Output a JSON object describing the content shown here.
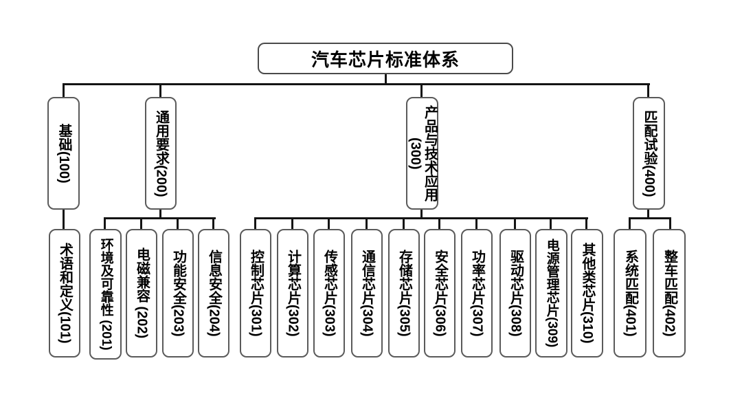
{
  "diagram": {
    "root": "汽车芯片标准体系",
    "branches": [
      {
        "id": "100",
        "label": "基础(100)",
        "children": [
          {
            "id": "101",
            "label": "术语和定义(101)"
          }
        ]
      },
      {
        "id": "200",
        "label": "通用要求(200)",
        "children": [
          {
            "id": "201",
            "label": "环境及可靠性 (201)"
          },
          {
            "id": "202",
            "label": "电磁兼容 (202)"
          },
          {
            "id": "203",
            "label": "功能安全(203)"
          },
          {
            "id": "204",
            "label": "信息安全(204)"
          }
        ]
      },
      {
        "id": "300",
        "label": "产品与技术应用(300)",
        "children": [
          {
            "id": "301",
            "label": "控制芯片(301)"
          },
          {
            "id": "302",
            "label": "计算芯片(302)"
          },
          {
            "id": "303",
            "label": "传感芯片(303)"
          },
          {
            "id": "304",
            "label": "通信芯片(304)"
          },
          {
            "id": "305",
            "label": "存储芯片(305)"
          },
          {
            "id": "306",
            "label": "安全芯片(306)"
          },
          {
            "id": "307",
            "label": "功率芯片(307)"
          },
          {
            "id": "308",
            "label": "驱动芯片(308)"
          },
          {
            "id": "309",
            "label": "电源管理芯片(309)"
          },
          {
            "id": "310",
            "label": "其他类芯片(310)"
          }
        ]
      },
      {
        "id": "400",
        "label": "匹配试验(400)",
        "children": [
          {
            "id": "401",
            "label": "系统匹配(401)"
          },
          {
            "id": "402",
            "label": "整车匹配(402)"
          }
        ]
      }
    ],
    "colors": {
      "line": "#141414",
      "box_border": "#5a5a5a",
      "background": "#ffffff",
      "text": "#000000"
    }
  }
}
